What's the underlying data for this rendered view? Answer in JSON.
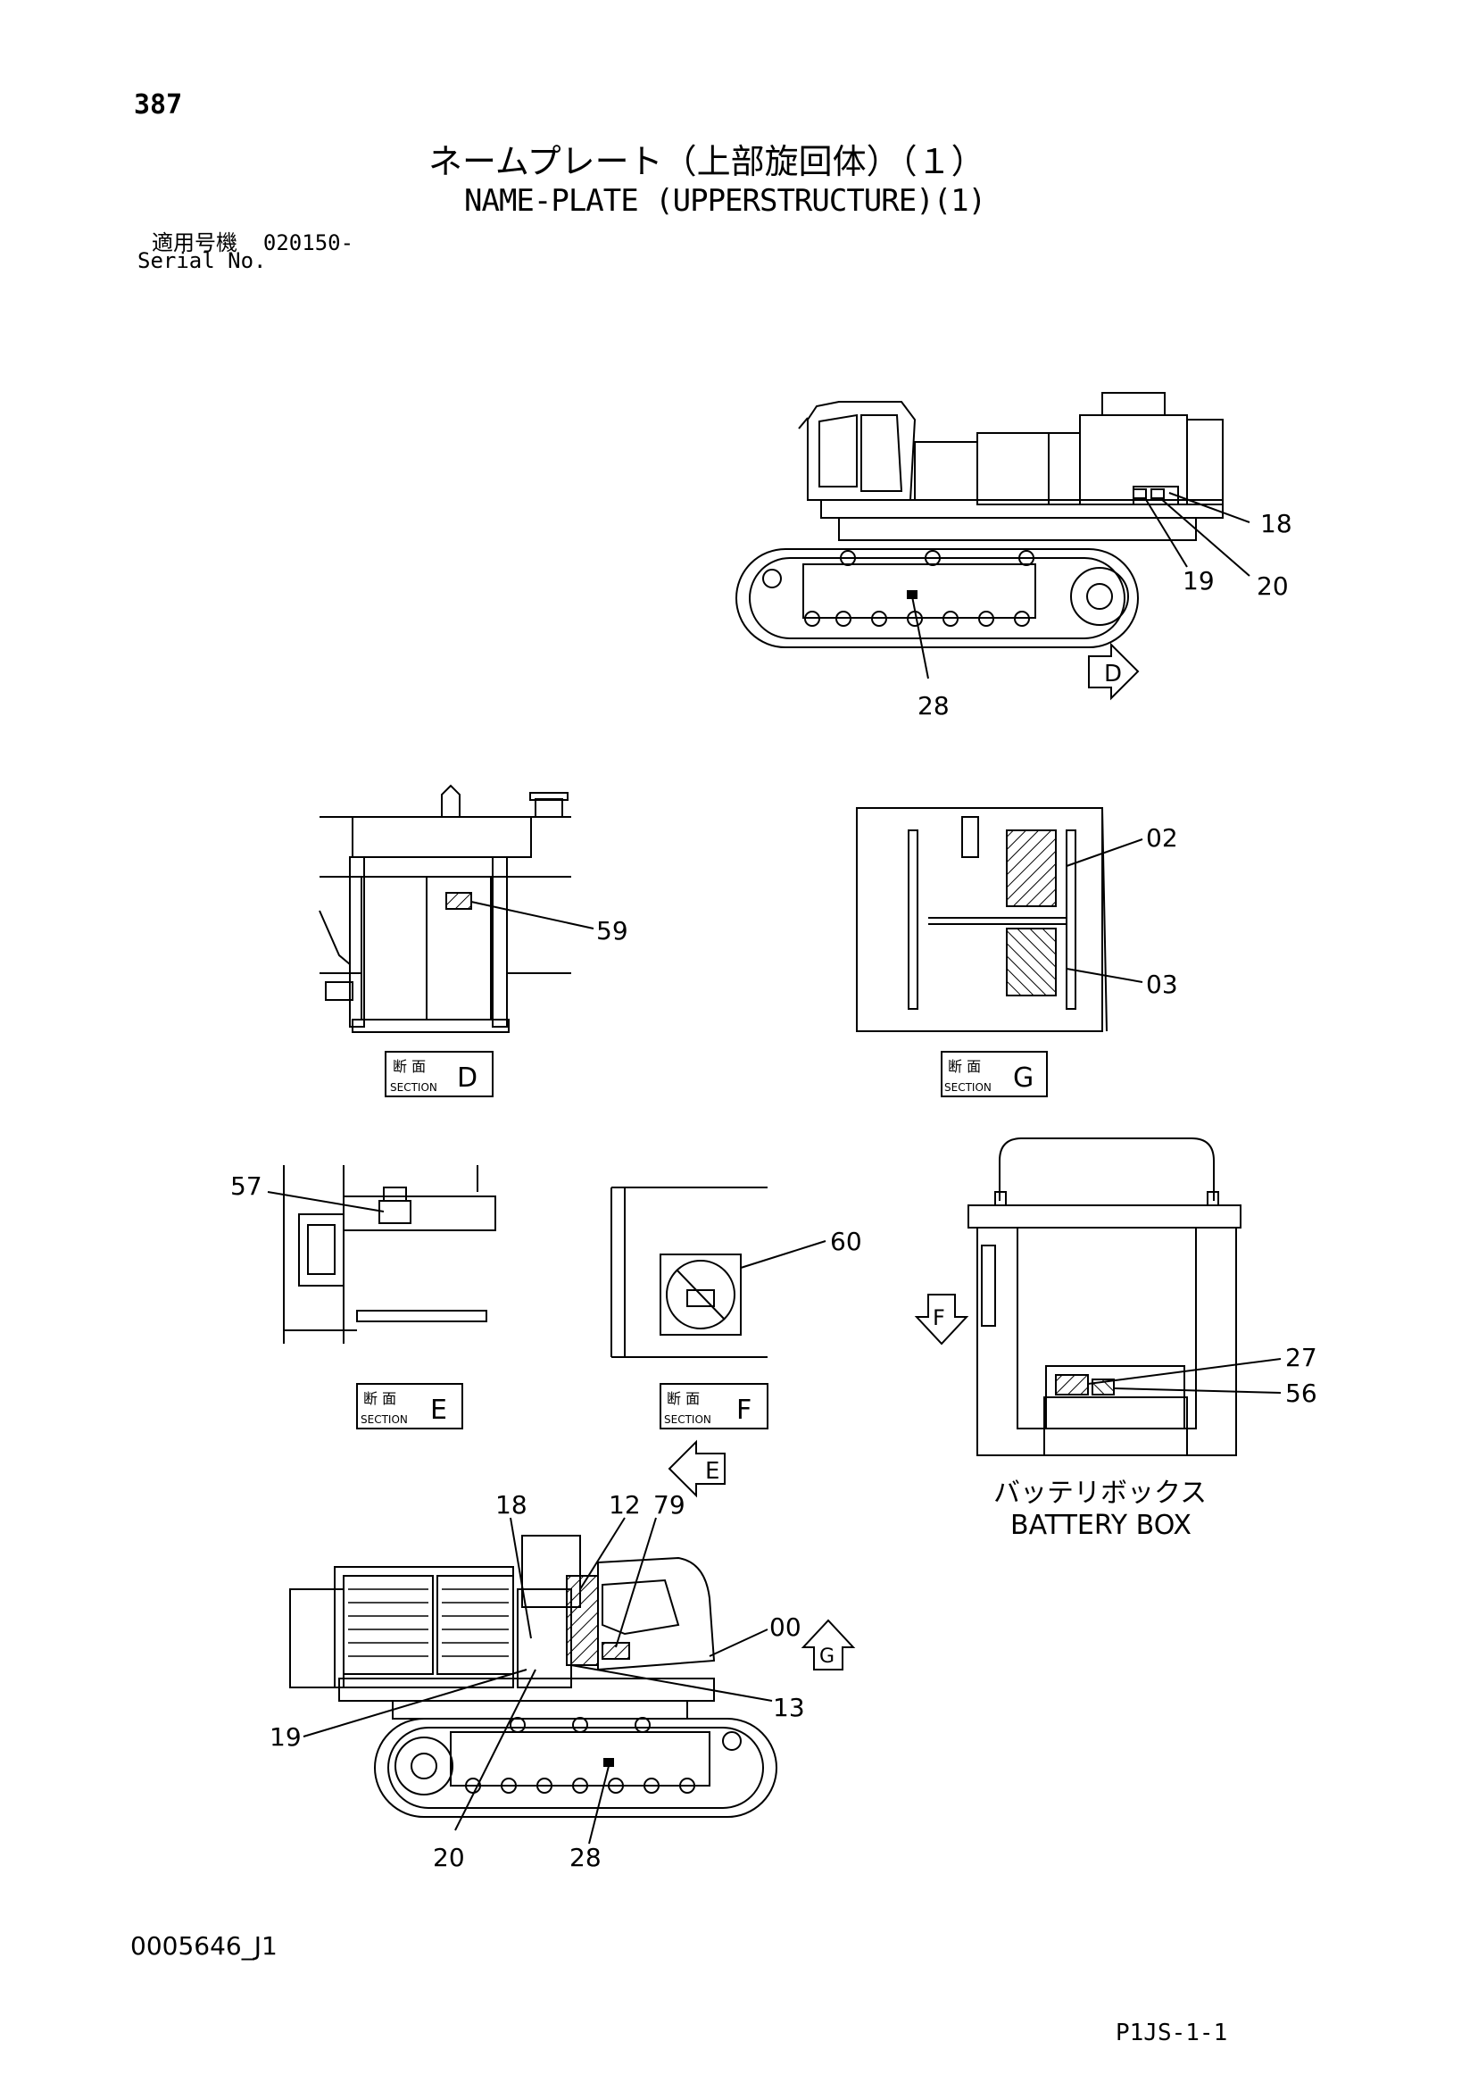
{
  "header": {
    "page_number": "387",
    "title_jp": "ネームプレート（上部旋回体）（１）",
    "title_en": "NAME-PLATE (UPPERSTRUCTURE)(1)",
    "serial_label_jp": "適用号機",
    "serial_value": "020150-",
    "serial_label_en": "Serial No."
  },
  "callouts": {
    "top_view": [
      "18",
      "19",
      "20",
      "28"
    ],
    "section_d": [
      "59"
    ],
    "section_g": [
      "02",
      "03"
    ],
    "section_e": [
      "57"
    ],
    "section_f": [
      "60"
    ],
    "battery_box": [
      "27",
      "56"
    ],
    "bottom_view": [
      "18",
      "12",
      "79",
      "00",
      "13",
      "19",
      "20",
      "28"
    ]
  },
  "section_labels": {
    "jp": "断 面",
    "en": "SECTION",
    "d": "D",
    "g": "G",
    "e": "E",
    "f": "F"
  },
  "view_arrows": {
    "d": "D",
    "e": "E",
    "f": "F",
    "g": "G"
  },
  "battery_box": {
    "label_jp": "バッテリボックス",
    "label_en": "BATTERY BOX"
  },
  "footer": {
    "doc_code": "0005646_J1",
    "page_code": "P1JS-1-1"
  }
}
